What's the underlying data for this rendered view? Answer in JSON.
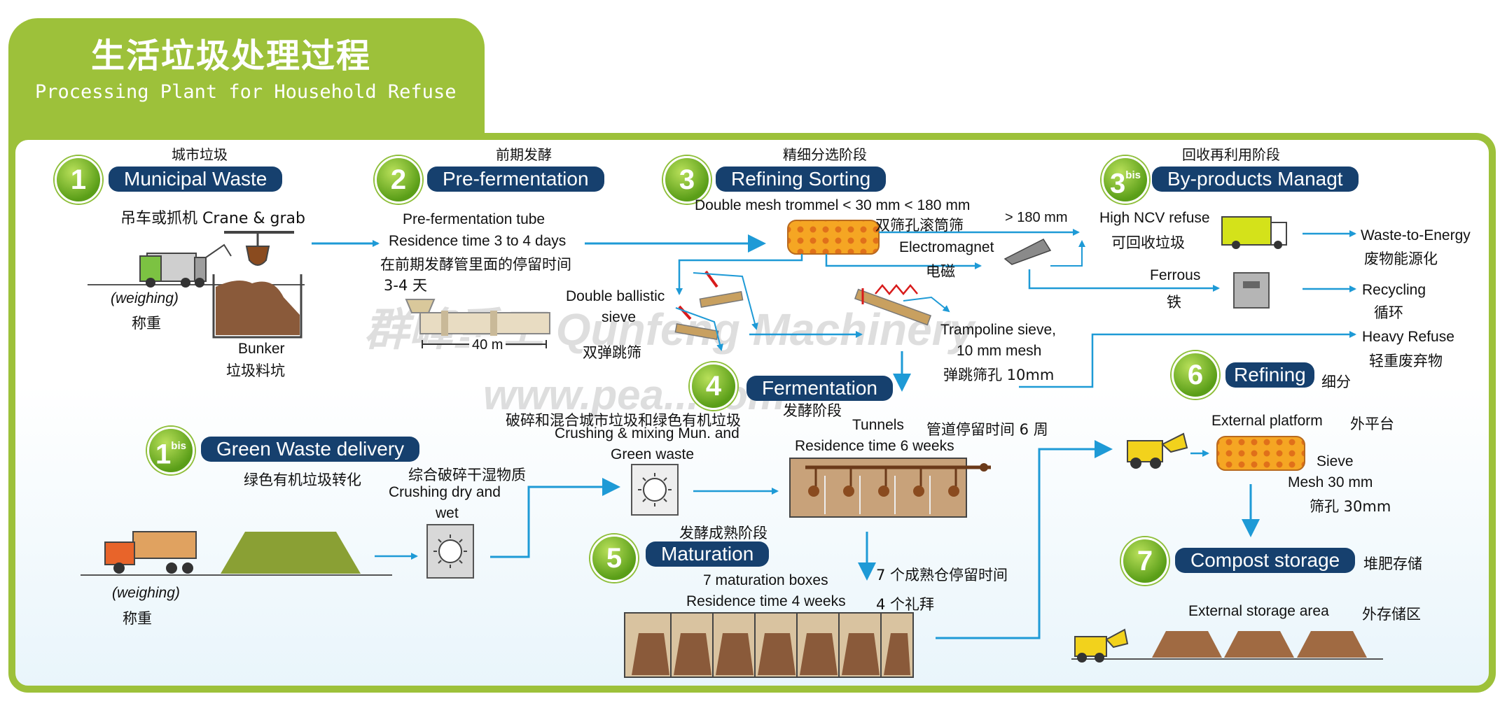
{
  "header": {
    "title_cn": "生活垃圾处理过程",
    "title_en": "Processing Plant for Household Refuse"
  },
  "colors": {
    "green": "#9dc13a",
    "navy": "#16406e",
    "arrow": "#1e9ad6"
  },
  "steps": {
    "s1": {
      "num": "1",
      "cn": "城市垃圾",
      "en": "Municipal Waste",
      "crane": "吊车或抓机 Crane & grab",
      "weigh_en": "(weighing)",
      "weigh_cn": "称重",
      "bunker_en": "Bunker",
      "bunker_cn": "垃圾料坑"
    },
    "s2": {
      "num": "2",
      "cn": "前期发酵",
      "en": "Pre-fermentation",
      "tube": "Pre-fermentation tube",
      "residence": "Residence time 3 to 4 days",
      "residence_cn": "在前期发酵管里面的停留时间",
      "days_cn": "3-4 天",
      "length": "40 m"
    },
    "s3": {
      "num": "3",
      "cn": "精细分选阶段",
      "en": "Refining Sorting",
      "trommel": "Double mesh trommel < 30 mm < 180 mm",
      "trommel_cn": "双筛孔滚筒筛",
      "gt180": "> 180 mm",
      "magnet_en": "Electromagnet",
      "magnet_cn": "电磁",
      "ballistic_en_1": "Double ballistic",
      "ballistic_en_2": "sieve",
      "ballistic_cn": "双弹跳筛",
      "trampoline_1": "Trampoline sieve,",
      "trampoline_2": "10 mm mesh",
      "trampoline_cn": "弹跳筛孔 10mm"
    },
    "s3bis": {
      "num": "3",
      "sup": "bis",
      "cn": "回收再利用阶段",
      "en": "By-products Managt",
      "ncv_en": "High NCV refuse",
      "ncv_cn": "可回收垃圾",
      "wte_en": "Waste-to-Energy",
      "wte_cn": "废物能源化",
      "ferrous_en": "Ferrous",
      "ferrous_cn": "铁",
      "recycling_en": "Recycling",
      "recycling_cn": "循环",
      "heavy_en": "Heavy Refuse",
      "heavy_cn": "轻重废弃物"
    },
    "s4": {
      "num": "4",
      "en": "Fermentation",
      "cn": "发酵阶段",
      "tunnels": "Tunnels",
      "tunnels_cn": "管道停留时间 6 周",
      "residence": "Residence time 6 weeks"
    },
    "s1bis": {
      "num": "1",
      "sup": "bis",
      "en": "Green Waste delivery",
      "cn": "绿色有机垃圾转化",
      "crush_cn": "综合破碎干湿物质",
      "crush_en_1": "Crushing dry and",
      "crush_en_2": "wet",
      "weigh_en": "(weighing)",
      "weigh_cn": "称重",
      "mix_cn": "破碎和混合城市垃圾和绿色有机垃圾",
      "mix_en_1": "Crushing & mixing Mun. and",
      "mix_en_2": "Green waste"
    },
    "s5": {
      "num": "5",
      "cn": "发酵成熟阶段",
      "en": "Maturation",
      "boxes": "7 maturation boxes",
      "residence": "Residence time 4 weeks",
      "boxes_cn": "7 个成熟仓停留时间",
      "weeks_cn": "4 个礼拜"
    },
    "s6": {
      "num": "6",
      "en": "Refining",
      "cn": "细分",
      "platform_en": "External platform",
      "platform_cn": "外平台",
      "sieve_en": "Sieve",
      "mesh_en": "Mesh 30 mm",
      "mesh_cn": "筛孔 30mm"
    },
    "s7": {
      "num": "7",
      "en": "Compost storage",
      "cn": "堆肥存储",
      "area_en": "External storage area",
      "area_cn": "外存储区"
    }
  }
}
